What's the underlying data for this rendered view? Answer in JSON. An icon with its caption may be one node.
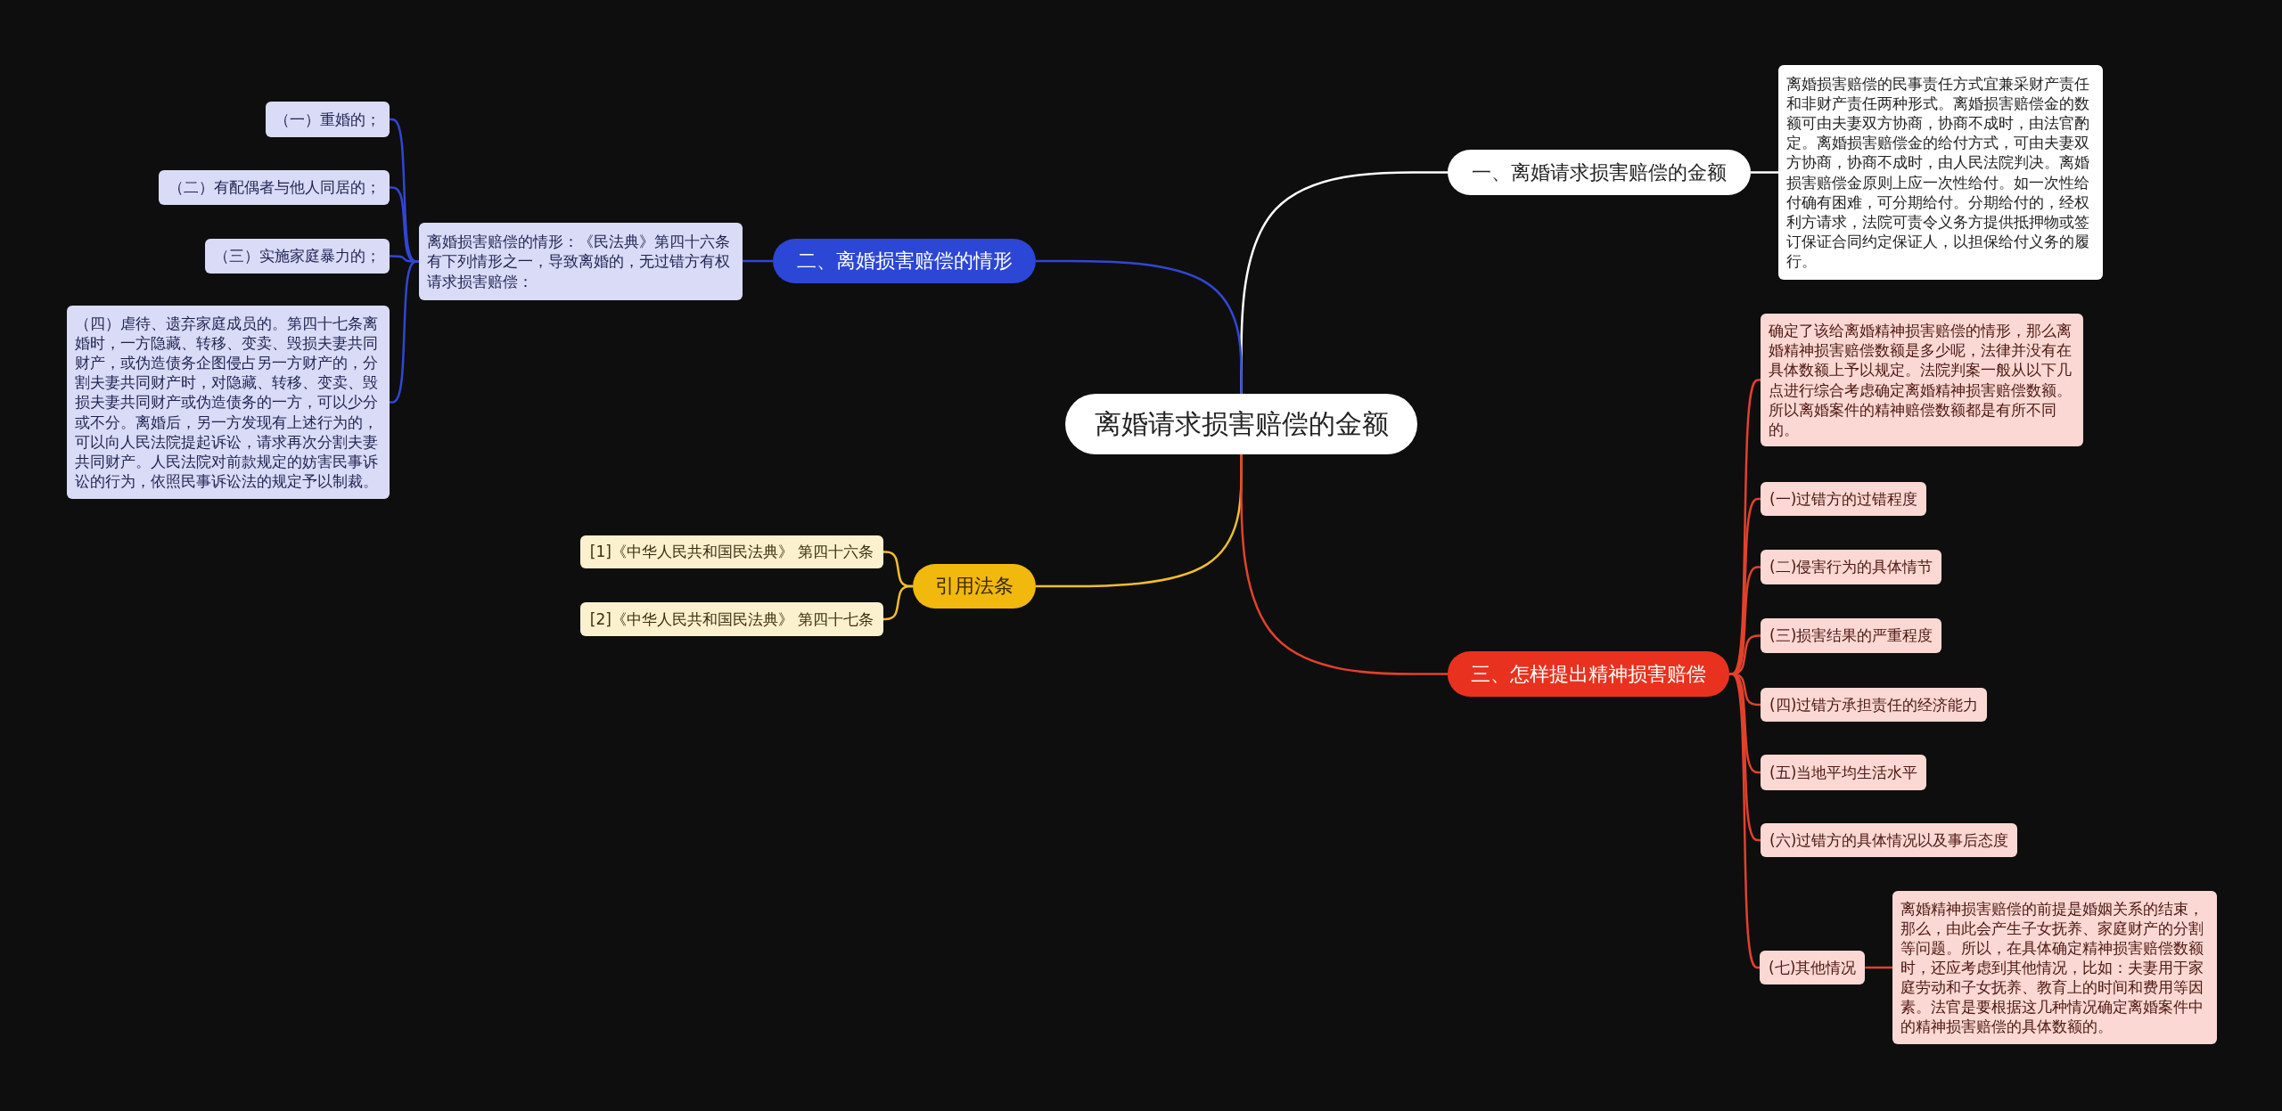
{
  "diagram": {
    "nodes": [
      {
        "text": [
          "离婚请求损害赔偿的金额"
        ]
      },
      {
        "text": [
          "一、离婚请求损害赔偿的金额"
        ]
      },
      {
        "text": [
          "离婚损害赔偿的民事责任方式宜兼采财产责任和非财产责任两种形式。离婚损害赔偿金的数额可由夫妻双方协商，协商不成时，由法官酌定。离婚损害赔偿金的给付方式，可由夫妻双方协商，协商不成时，由人民法院判决。离婚损害赔偿金原则上应一次性给付。如一次性给付确有困难，可分期给付。分期给付的，经权利方请求，法院可责令义务方提供抵押物或签订保证合同约定保证人，以担保给付义务的履行。"
        ]
      },
      {
        "text": [
          "二、离婚损害赔偿的情形"
        ]
      },
      {
        "text": [
          "离婚损害赔偿的情形：《民法典》第四十六条有下列情形之一，导致离婚的，无过错方有权请求损害赔偿："
        ]
      },
      {
        "text": [
          "（一）重婚的；"
        ]
      },
      {
        "text": [
          "（二）有配偶者与他人同居的；"
        ]
      },
      {
        "text": [
          "（三）实施家庭暴力的；"
        ]
      },
      {
        "text": [
          "（四）虐待、遗弃家庭成员的。第四十七条离婚时，一方隐藏、转移、变卖、毁损夫妻共同财产，或伪造债务企图侵占另一方财产的，分割夫妻共同财产时，对隐藏、转移、变卖、毁损夫妻共同财产或伪造债务的一方，可以少分或不分。离婚后，另一方发现有上述行为的，可以向人民法院提起诉讼，请求再次分割夫妻共同财产。人民法院对前款规定的妨害民事诉讼的行为，依照民事诉讼法的规定予以制裁。"
        ]
      },
      {
        "text": [
          "引用法条"
        ]
      },
      {
        "text": [
          "[1]《中华人民共和国民法典》 第四十六条"
        ]
      },
      {
        "text": [
          "[2]《中华人民共和国民法典》 第四十七条"
        ]
      },
      {
        "text": [
          "三、怎样提出精神损害赔偿"
        ]
      },
      {
        "text": [
          "确定了该给离婚精神损害赔偿的情形，那么离婚精神损害赔偿数额是多少呢，法律并没有在具体数额上予以规定。法院判案一般从以下几点进行综合考虑确定离婚精神损害赔偿数额。所以离婚案件的精神赔偿数额都是有所不同的。"
        ]
      },
      {
        "text": [
          "(一)过错方的过错程度"
        ]
      },
      {
        "text": [
          "(二)侵害行为的具体情节"
        ]
      },
      {
        "text": [
          "(三)损害结果的严重程度"
        ]
      },
      {
        "text": [
          "(四)过错方承担责任的经济能力"
        ]
      },
      {
        "text": [
          "(五)当地平均生活水平"
        ]
      },
      {
        "text": [
          "(六)过错方的具体情况以及事后态度"
        ]
      },
      {
        "text": [
          "(七)其他情况"
        ]
      },
      {
        "text": [
          "离婚精神损害赔偿的前提是婚姻关系的结束，那么，由此会产生子女抚养、家庭财产的分割等问题。所以，在具体确定精神损害赔偿数额时，还应考虑到其他情况，比如：夫妻用于家庭劳动和子女抚养、教育上的时间和费用等因素。法官是要根据这几种情况确定离婚案件中的精神损害赔偿的具体数额的。"
        ]
      }
    ],
    "edges": [
      {
        "from": 0,
        "to": 1,
        "arrow": "none",
        "color": "#ffffff"
      },
      {
        "from": 1,
        "to": 2,
        "arrow": "none",
        "color": "#ffffff"
      },
      {
        "from": 0,
        "to": 3,
        "arrow": "none",
        "color": "#3146d4"
      },
      {
        "from": 3,
        "to": 4,
        "arrow": "none",
        "color": "#3146d4"
      },
      {
        "from": 4,
        "to": 5,
        "arrow": "none",
        "color": "#3146d4"
      },
      {
        "from": 4,
        "to": 6,
        "arrow": "none",
        "color": "#3146d4"
      },
      {
        "from": 4,
        "to": 7,
        "arrow": "none",
        "color": "#3146d4"
      },
      {
        "from": 4,
        "to": 8,
        "arrow": "none",
        "color": "#3146d4"
      },
      {
        "from": 0,
        "to": 9,
        "arrow": "none",
        "color": "#f0be2c"
      },
      {
        "from": 9,
        "to": 10,
        "arrow": "none",
        "color": "#f0be2c"
      },
      {
        "from": 9,
        "to": 11,
        "arrow": "none",
        "color": "#f0be2c"
      },
      {
        "from": 0,
        "to": 12,
        "arrow": "none"
      },
      {
        "from": 12,
        "to": 13,
        "arrow": "none"
      },
      {
        "from": 12,
        "to": 14,
        "arrow": "none"
      },
      {
        "from": 12,
        "to": 15,
        "arrow": "none"
      },
      {
        "from": 12,
        "to": 16,
        "arrow": "none"
      },
      {
        "from": 12,
        "to": 17,
        "arrow": "none"
      },
      {
        "from": 12,
        "to": 18,
        "arrow": "none"
      },
      {
        "from": 12,
        "to": 19,
        "arrow": "none"
      },
      {
        "from": 12,
        "to": 20,
        "arrow": "none"
      },
      {
        "from": 20,
        "to": 21,
        "arrow": "none"
      }
    ]
  }
}
